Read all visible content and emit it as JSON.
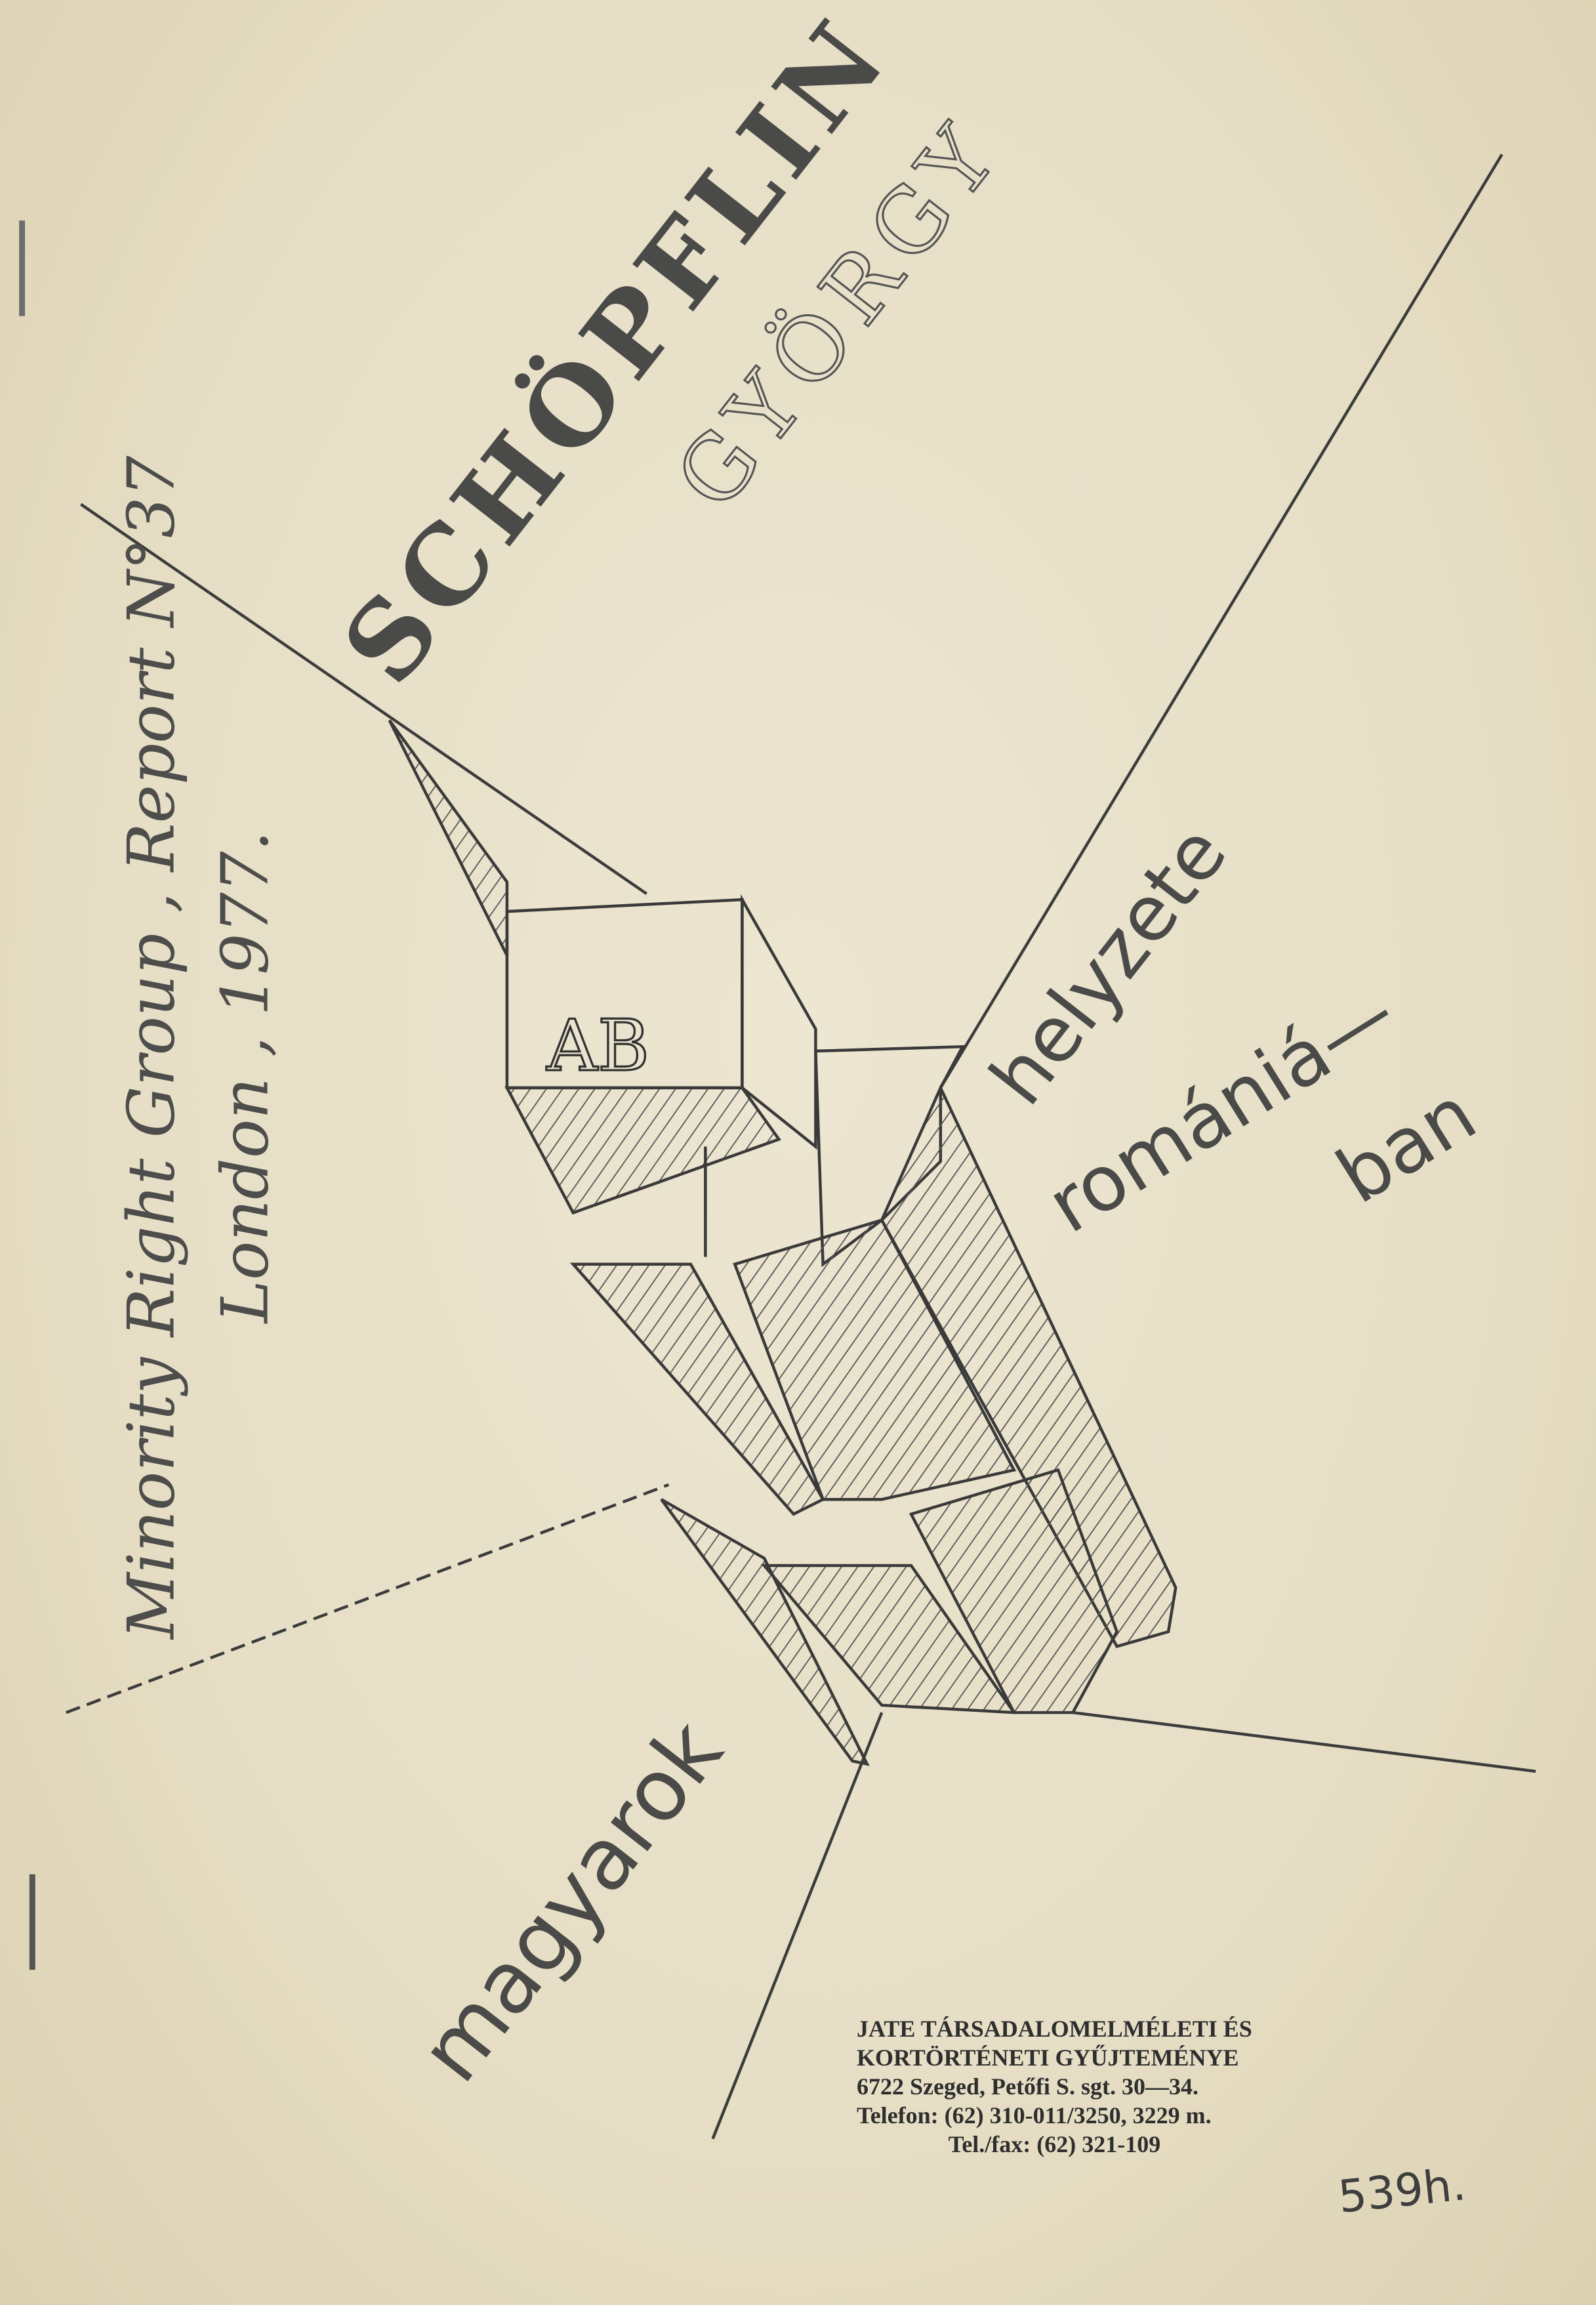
{
  "cover": {
    "author": "SCHÖPFLIN GYÖRGY",
    "author_surname": "SCHÖPFLIN",
    "author_given": "GYÖRGY",
    "title_parts": [
      "magyarok",
      "helyzete",
      "romániá—",
      "ban"
    ],
    "publisher_line1": "Minority Right Group , Report N°37",
    "publisher_line2": "London , 1977."
  },
  "stamp": {
    "lines": [
      "JATE TÁRSADALOMELMÉLETI ÉS",
      "KORTÖRTÉNETI GYŰJTEMÉNYE",
      "6722 Szeged, Petőfi S. sgt. 30—34.",
      "Telefon: (62) 310-011/3250, 3229 m.",
      "Tel./fax: (62) 321-109"
    ]
  },
  "shelf_mark": "539h.",
  "colors": {
    "paper": "#e9e2cc",
    "ink": "#3a3a3a"
  }
}
